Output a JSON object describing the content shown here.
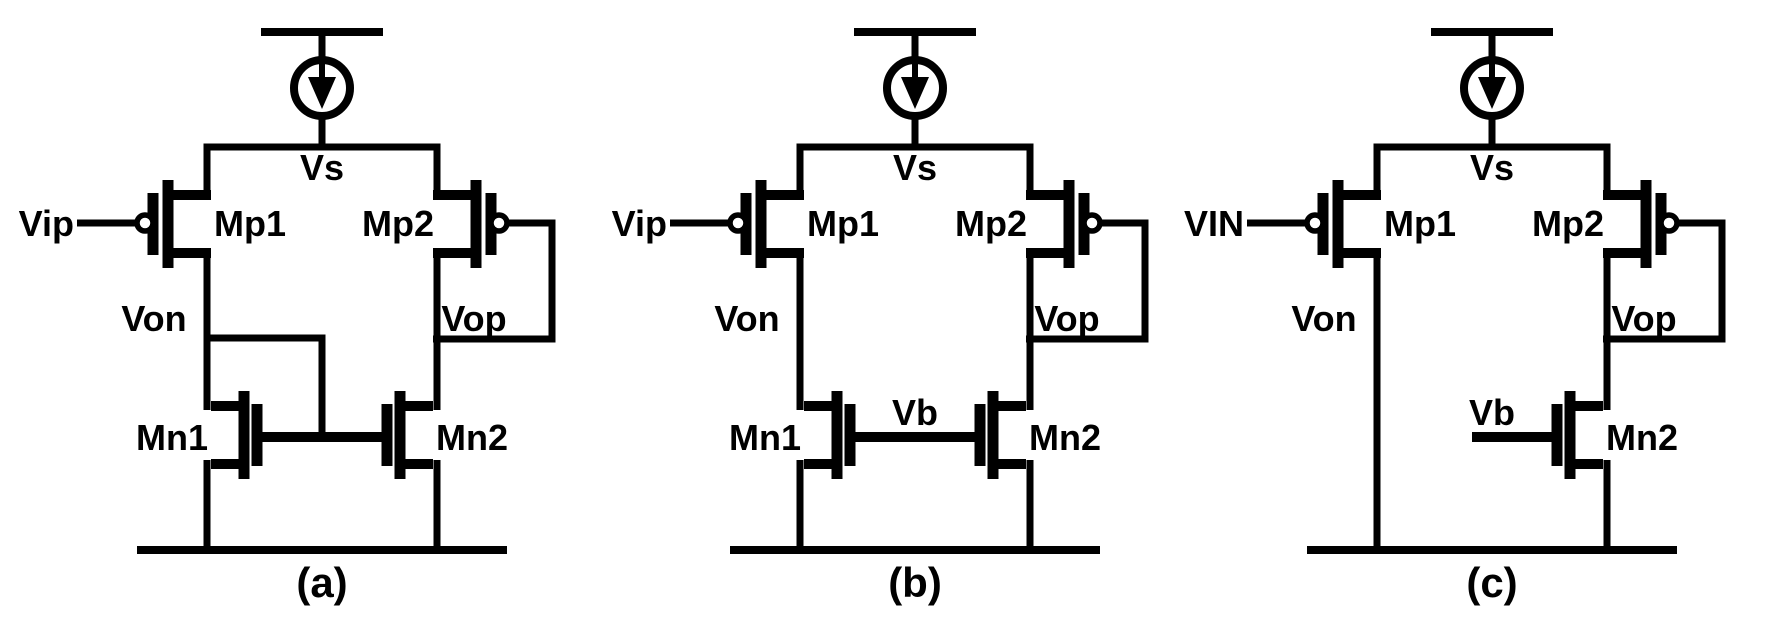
{
  "figure": {
    "background": "#ffffff",
    "ink": "#000000",
    "description": "Three PMOS-input differential pair schematics with tail current source",
    "circuits": [
      {
        "caption": "(a)",
        "load": "nmos-current-mirror-diode-to-von",
        "labels": {
          "input": "Vip",
          "tail": "Vs",
          "out_n": "Von",
          "out_p": "Vop",
          "mp1": "Mp1",
          "mp2": "Mp2",
          "mn1": "Mn1",
          "mn2": "Mn2"
        }
      },
      {
        "caption": "(b)",
        "load": "nmos-pair-gate-bias",
        "labels": {
          "input": "Vip",
          "tail": "Vs",
          "out_n": "Von",
          "out_p": "Vop",
          "mp1": "Mp1",
          "mp2": "Mp2",
          "mn1": "Mn1",
          "mn2": "Mn2",
          "bias": "Vb"
        }
      },
      {
        "caption": "(c)",
        "load": "single-nmos-gate-bias",
        "labels": {
          "input": "VIN",
          "tail": "Vs",
          "out_n": "Von",
          "out_p": "Vop",
          "mp1": "Mp1",
          "mp2": "Mp2",
          "mn2": "Mn2",
          "bias": "Vb"
        }
      }
    ]
  }
}
